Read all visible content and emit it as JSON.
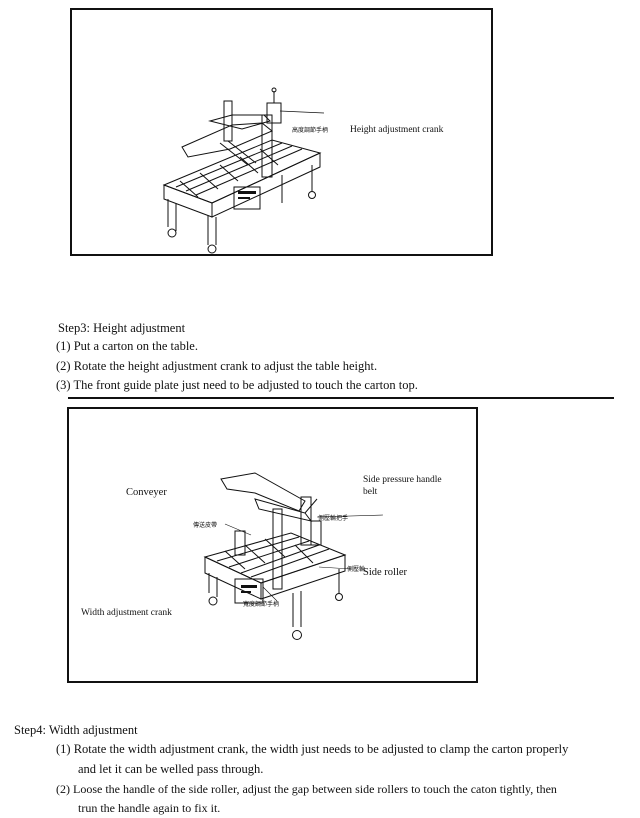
{
  "figure1": {
    "label_cn": "高度調節手柄",
    "label_en": "Height adjustment crank"
  },
  "step3": {
    "title": "Step3: Height adjustment",
    "items": [
      "(1) Put a carton on the table.",
      "(2) Rotate the height adjustment crank to adjust the table height.",
      "(3) The front guide plate just need to be adjusted to touch the carton top."
    ]
  },
  "figure2": {
    "conveyer": "Conveyer",
    "side_pressure_line1": "Side pressure handle",
    "side_pressure_line2": "belt",
    "cn_belt": "傳送皮帶",
    "cn_handle": "側壓輪把手",
    "cn_roller": "側壓輪",
    "side_roller": "Side roller",
    "cn_width": "寬度調節手柄",
    "width_crank": "Width adjustment crank"
  },
  "step4": {
    "title": "Step4:  Width  adjustment",
    "item1_line1": "(1) Rotate the width adjustment crank, the width just needs to be adjusted to clamp the carton properly",
    "item1_line2": "and let it can be welled pass through.",
    "item2_line1": "(2) Loose the handle of the side roller, adjust the gap between side rollers to touch the caton tightly, then",
    "item2_line2": "trun the handle again to fix it."
  }
}
